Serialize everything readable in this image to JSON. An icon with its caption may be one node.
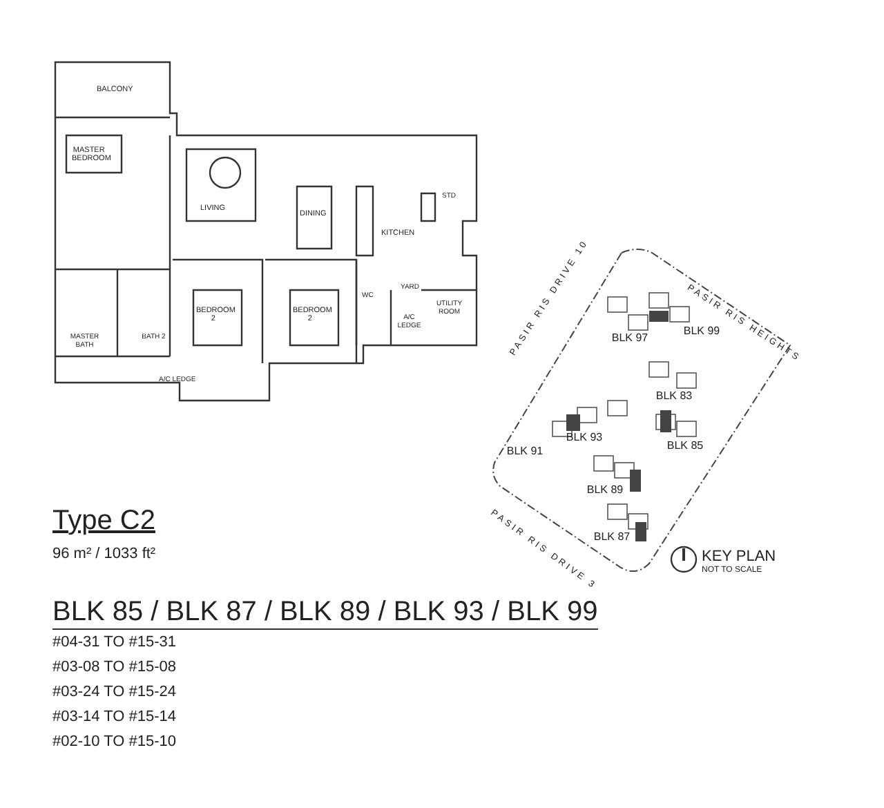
{
  "diagram": {
    "title": "Type C2",
    "labels": [
      "BALCONY",
      "MASTER BEDROOM",
      "LIVING",
      "DINING",
      "STD",
      "KITCHEN",
      "WC",
      "YARD",
      "BEDROOM 2",
      "BEDROOM 2",
      "MASTER BATH",
      "BATH 2",
      "UTILITY ROOM",
      "A/C LEDGE",
      "A/C LEDGE",
      "PASIR RIS DRIVE 10",
      "PASIR RIS HEIGHTS",
      "PASIR RIS DRIVE 3",
      "BLK 97",
      "BLK 99",
      "BLK 83",
      "BLK 93",
      "BLK 91",
      "BLK 85",
      "BLK 89",
      "BLK 87",
      "KEY PLAN",
      "NOT TO SCALE",
      "96 m² / 1033 ft²",
      "BLK 85 / BLK 87 / BLK 89 / BLK 93 / BLK 99",
      "#04-31 TO #15-31",
      "#03-08 TO #15-08",
      "#03-24 TO #15-24",
      "#03-14 TO #15-14",
      "#02-10 TO #15-10"
    ]
  }
}
